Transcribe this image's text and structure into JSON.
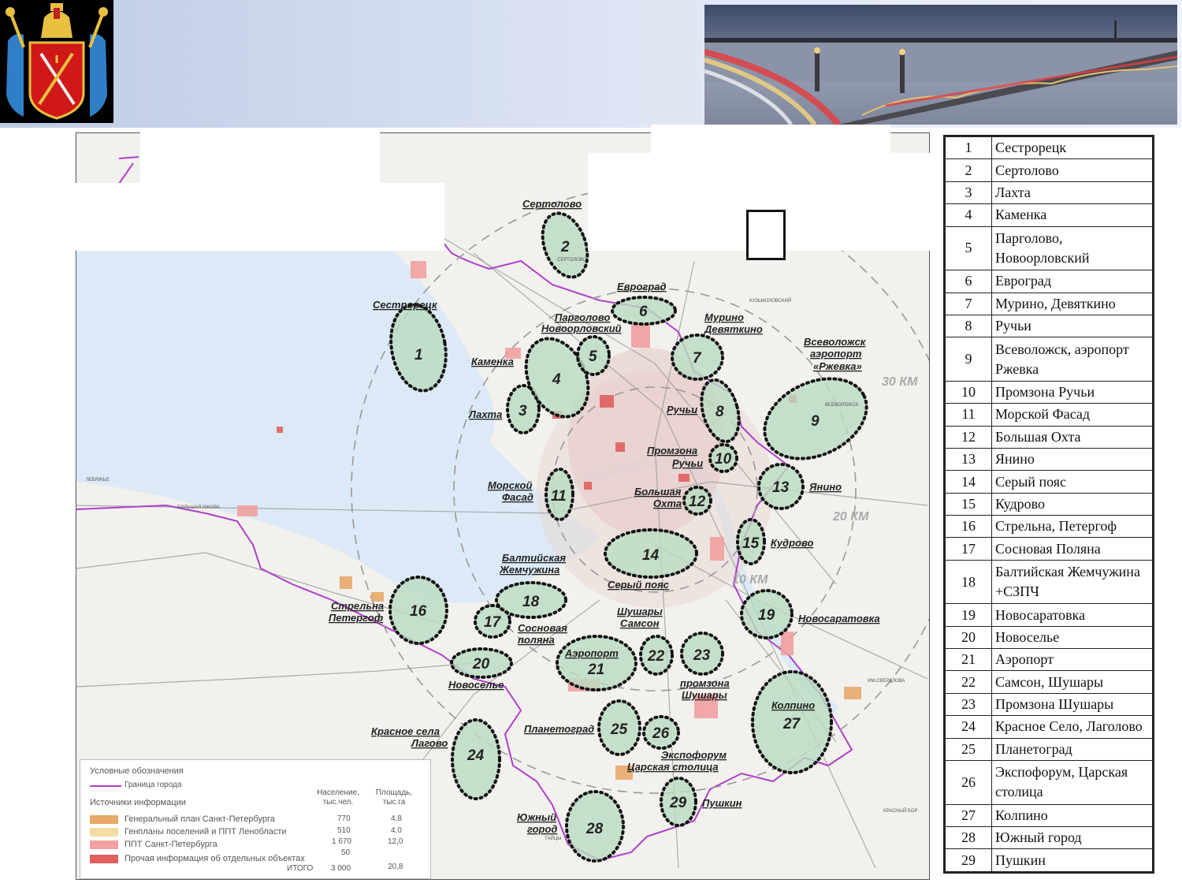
{
  "header": {
    "coat_of_arms_icon": "spb-coat-of-arms",
    "photo_icon": "trinity-bridge-night-photo"
  },
  "colors": {
    "boundary": "#b040c8",
    "zone_fill": "#b9dcc0",
    "genplan_spb": "#e8a86a",
    "genplan_len": "#f6dca0",
    "ppt_spb": "#f2a0a0",
    "other": "#e06060",
    "water": "#dbeaf6"
  },
  "map": {
    "rings": [
      "30 КМ",
      "20 КМ",
      "10 КМ"
    ],
    "zones": [
      {
        "num": "1",
        "label": "Сестрорецк"
      },
      {
        "num": "2",
        "label": "Сертолово"
      },
      {
        "num": "3",
        "label": "Лахта"
      },
      {
        "num": "4",
        "label": "Каменка"
      },
      {
        "num": "5",
        "label": "Парголово Новоорловский"
      },
      {
        "num": "6",
        "label": "Евроград"
      },
      {
        "num": "7",
        "label": "Мурино Девяткино"
      },
      {
        "num": "8",
        "label": "Ручьи"
      },
      {
        "num": "9",
        "label": "Всеволожск аэропорт «Ржевка»"
      },
      {
        "num": "10",
        "label": "Промзона Ручьи"
      },
      {
        "num": "11",
        "label": "Морской Фасад"
      },
      {
        "num": "12",
        "label": "Большая Охта"
      },
      {
        "num": "13",
        "label": "Янино"
      },
      {
        "num": "14",
        "label": "Серый пояс"
      },
      {
        "num": "15",
        "label": "Кудрово"
      },
      {
        "num": "16",
        "label": "Стрельна Петергоф"
      },
      {
        "num": "17",
        "label": "Сосновая поляна"
      },
      {
        "num": "18",
        "label": "Балтийская Жемчужина"
      },
      {
        "num": "19",
        "label": "Новосаратовка"
      },
      {
        "num": "20",
        "label": "Новоселье"
      },
      {
        "num": "21",
        "label": "Аэропорт"
      },
      {
        "num": "22",
        "label": "Шушары Самсон"
      },
      {
        "num": "23",
        "label": "промзона Шушары"
      },
      {
        "num": "24",
        "label": "Красное села Лагово"
      },
      {
        "num": "25",
        "label": "Планетоград"
      },
      {
        "num": "26",
        "label": "Экспофорум Царская столица"
      },
      {
        "num": "27",
        "label": "Колпино"
      },
      {
        "num": "28",
        "label": "Южный город"
      },
      {
        "num": "29",
        "label": "Пушкин"
      }
    ],
    "small_labels": [
      "СЕРТОЛОВО",
      "КУЗЬМОЛОВСКИЙ",
      "ВСЕВОЛОЖСК",
      "ЛЕБЯЖЬЕ",
      "БОЛЬШАЯ ИЖОРА",
      "ИМ.СВЕРДЛОВА",
      "КРАСНЫЙ БОР",
      "ТАЙЦЫ"
    ]
  },
  "legend": {
    "title": "Условные обозначения",
    "boundary": "Граница города",
    "sources_title": "Источники информации",
    "col_pop": "Население, тыс.чел.",
    "col_area": "Площадь, тыс.га",
    "rows": [
      {
        "label": "Генеральный план Санкт-Петербурга",
        "pop": "770",
        "area": "4,8"
      },
      {
        "label": "Генпланы поселений и ППТ Ленобласти",
        "pop": "510",
        "area": "4,0"
      },
      {
        "label": "ППТ Санкт-Петербурга",
        "pop": "1 670",
        "area": "12,0"
      },
      {
        "label": "Прочая информация об отдельных объектах",
        "pop": "50",
        "area": ""
      }
    ],
    "total_label": "ИТОГО",
    "total_pop": "3 000",
    "total_area": "20,8"
  },
  "table": [
    {
      "n": "1",
      "name": "Сестрорецк"
    },
    {
      "n": "2",
      "name": "Сертолово"
    },
    {
      "n": "3",
      "name": "Лахта"
    },
    {
      "n": "4",
      "name": "Каменка"
    },
    {
      "n": "5",
      "name": "Парголово, Новоорловский"
    },
    {
      "n": "6",
      "name": "Евроград"
    },
    {
      "n": "7",
      "name": "Мурино, Девяткино"
    },
    {
      "n": "8",
      "name": "Ручьи"
    },
    {
      "n": "9",
      "name": "Всеволожск, аэропорт Ржевка"
    },
    {
      "n": "10",
      "name": "Промзона Ручьи"
    },
    {
      "n": "11",
      "name": "Морской Фасад"
    },
    {
      "n": "12",
      "name": "Большая Охта"
    },
    {
      "n": "13",
      "name": "Янино"
    },
    {
      "n": "14",
      "name": "Серый пояс"
    },
    {
      "n": "15",
      "name": "Кудрово"
    },
    {
      "n": "16",
      "name": "Стрельна, Петергоф"
    },
    {
      "n": "17",
      "name": "Сосновая Поляна"
    },
    {
      "n": "18",
      "name": "Балтийская Жемчужина +СЗПЧ"
    },
    {
      "n": "19",
      "name": "Новосаратовка"
    },
    {
      "n": "20",
      "name": "Новоселье"
    },
    {
      "n": "21",
      "name": "Аэропорт"
    },
    {
      "n": "22",
      "name": "Самсон, Шушары"
    },
    {
      "n": "23",
      "name": "Промзона Шушары"
    },
    {
      "n": "24",
      "name": "Красное Село, Лаголово"
    },
    {
      "n": "25",
      "name": "Планетоград"
    },
    {
      "n": "26",
      "name": "Экспофорум, Царская столица"
    },
    {
      "n": "27",
      "name": "Колпино"
    },
    {
      "n": "28",
      "name": "Южный город"
    },
    {
      "n": "29",
      "name": "Пушкин"
    }
  ]
}
